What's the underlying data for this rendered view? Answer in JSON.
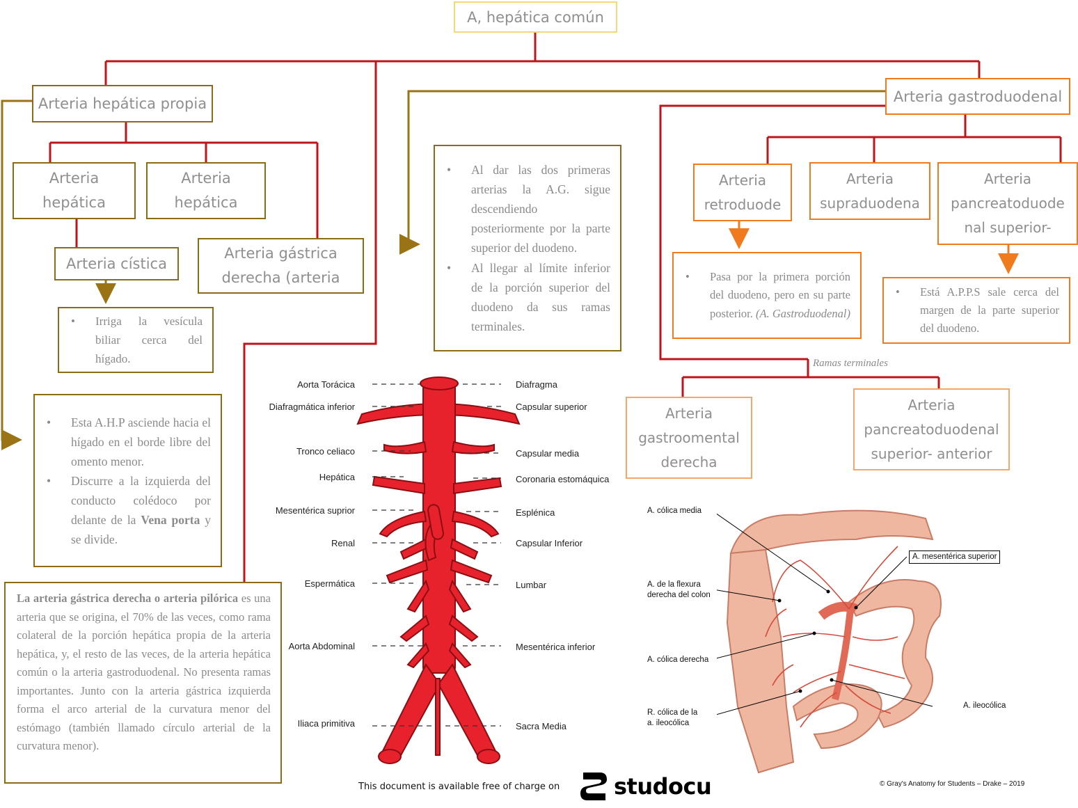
{
  "root": {
    "title": "A, hepática común"
  },
  "left": {
    "ahp_title": "Arteria hepática propia",
    "hep1_line1": "Arteria",
    "hep1_line2": "hepática",
    "hep2_line1": "Arteria",
    "hep2_line2": "hepática",
    "cistica": "Arteria cística",
    "gastrica_line1": "Arteria gástrica",
    "gastrica_line2": "derecha (arteria",
    "irriga_text": "Irriga la vesícula biliar cerca del hígado.",
    "ahp_bullet1": "Esta A.H.P asciende hacia el hígado en el borde libre del omento menor.",
    "ahp_bullet2_a": "Discurre a la izquierda del conducto colédoco por delante de la ",
    "ahp_bullet2_bold": "Vena porta",
    "ahp_bullet2_b": " y se divide."
  },
  "gastrica_note": {
    "bold": "La arteria gástrica derecha o arteria pilórica",
    "text": " es una arteria que se origina, el 70% de las veces, como rama colateral de la porción hepática propia de la arteria hepática,  y, el resto de las veces, de la arteria hepática común o la arteria gastroduodenal. No presenta ramas importantes.  Junto con la arteria gástrica izquierda forma el arco arterial de la curvatura menor del estómago (también llamado círculo arterial de la curvatura menor)."
  },
  "center": {
    "ag_bullet1": "Al dar las dos primeras arterias la A.G. sigue descendiendo posteriormente por la parte superior del duodeno.",
    "ag_bullet2": "Al llegar al límite inferior de la porción superior del duodeno da sus ramas terminales."
  },
  "right": {
    "gd_title": "Arteria gastroduodenal",
    "retro_line1": "Arteria",
    "retro_line2": "retroduode",
    "supra_line1": "Arteria",
    "supra_line2": "supraduodena",
    "pancsup_line1": "Arteria",
    "pancsup_line2": "pancreatoduode",
    "pancsup_line3": "nal superior-",
    "retro_note_a": "Pasa por la primera porción del duodeno, pero en su parte posterior. ",
    "retro_note_italic": "(A. Gastroduodenal)",
    "apps_note": "Está A.P.P.S sale cerca del margen de la parte superior del duodeno.",
    "ramas_terminales": "Ramas terminales",
    "go_line1": "Arteria",
    "go_line2": "gastroomental",
    "go_line3": "derecha",
    "pa_line1": "Arteria",
    "pa_line2": "pancreatoduodenal",
    "pa_line3": "superior- anterior"
  },
  "aorta_labels": {
    "left": [
      "Aorta Torácica",
      "Diafragmática inferior",
      "Tronco celiaco",
      "Hepática",
      "Mesentérica suprior",
      "Renal",
      "Espermática",
      "Aorta Abdominal",
      "Iliaca primitiva"
    ],
    "right": [
      "Diafragma",
      "Capsular superior",
      "Capsular media",
      "Coronaria estomáquica",
      "Esplénica",
      "Capsular Inferior",
      "Lumbar",
      "Mesentérica inferior",
      "Sacra Media"
    ]
  },
  "colon_labels": {
    "colica_media": "A. cólica media",
    "mesenterica_superior": "A. mesentérica superior",
    "flexura_line1": "A. de la flexura",
    "flexura_line2": "derecha del colon",
    "colica_derecha": "A. cólica derecha",
    "ileocolica": "A. ileocólica",
    "rcolica_line1": "R. cólica de la",
    "rcolica_line2": "a. ileocólica",
    "credit": "© Gray's Anatomy for Students – Drake – 2019"
  },
  "footer": {
    "available": "This document is available free of charge on",
    "brand": "studocu"
  },
  "colors": {
    "red_line": "#c0141b",
    "gold_line": "#9a7315",
    "orange_arrow": "#f07a1e",
    "artery": "#e8222c"
  }
}
